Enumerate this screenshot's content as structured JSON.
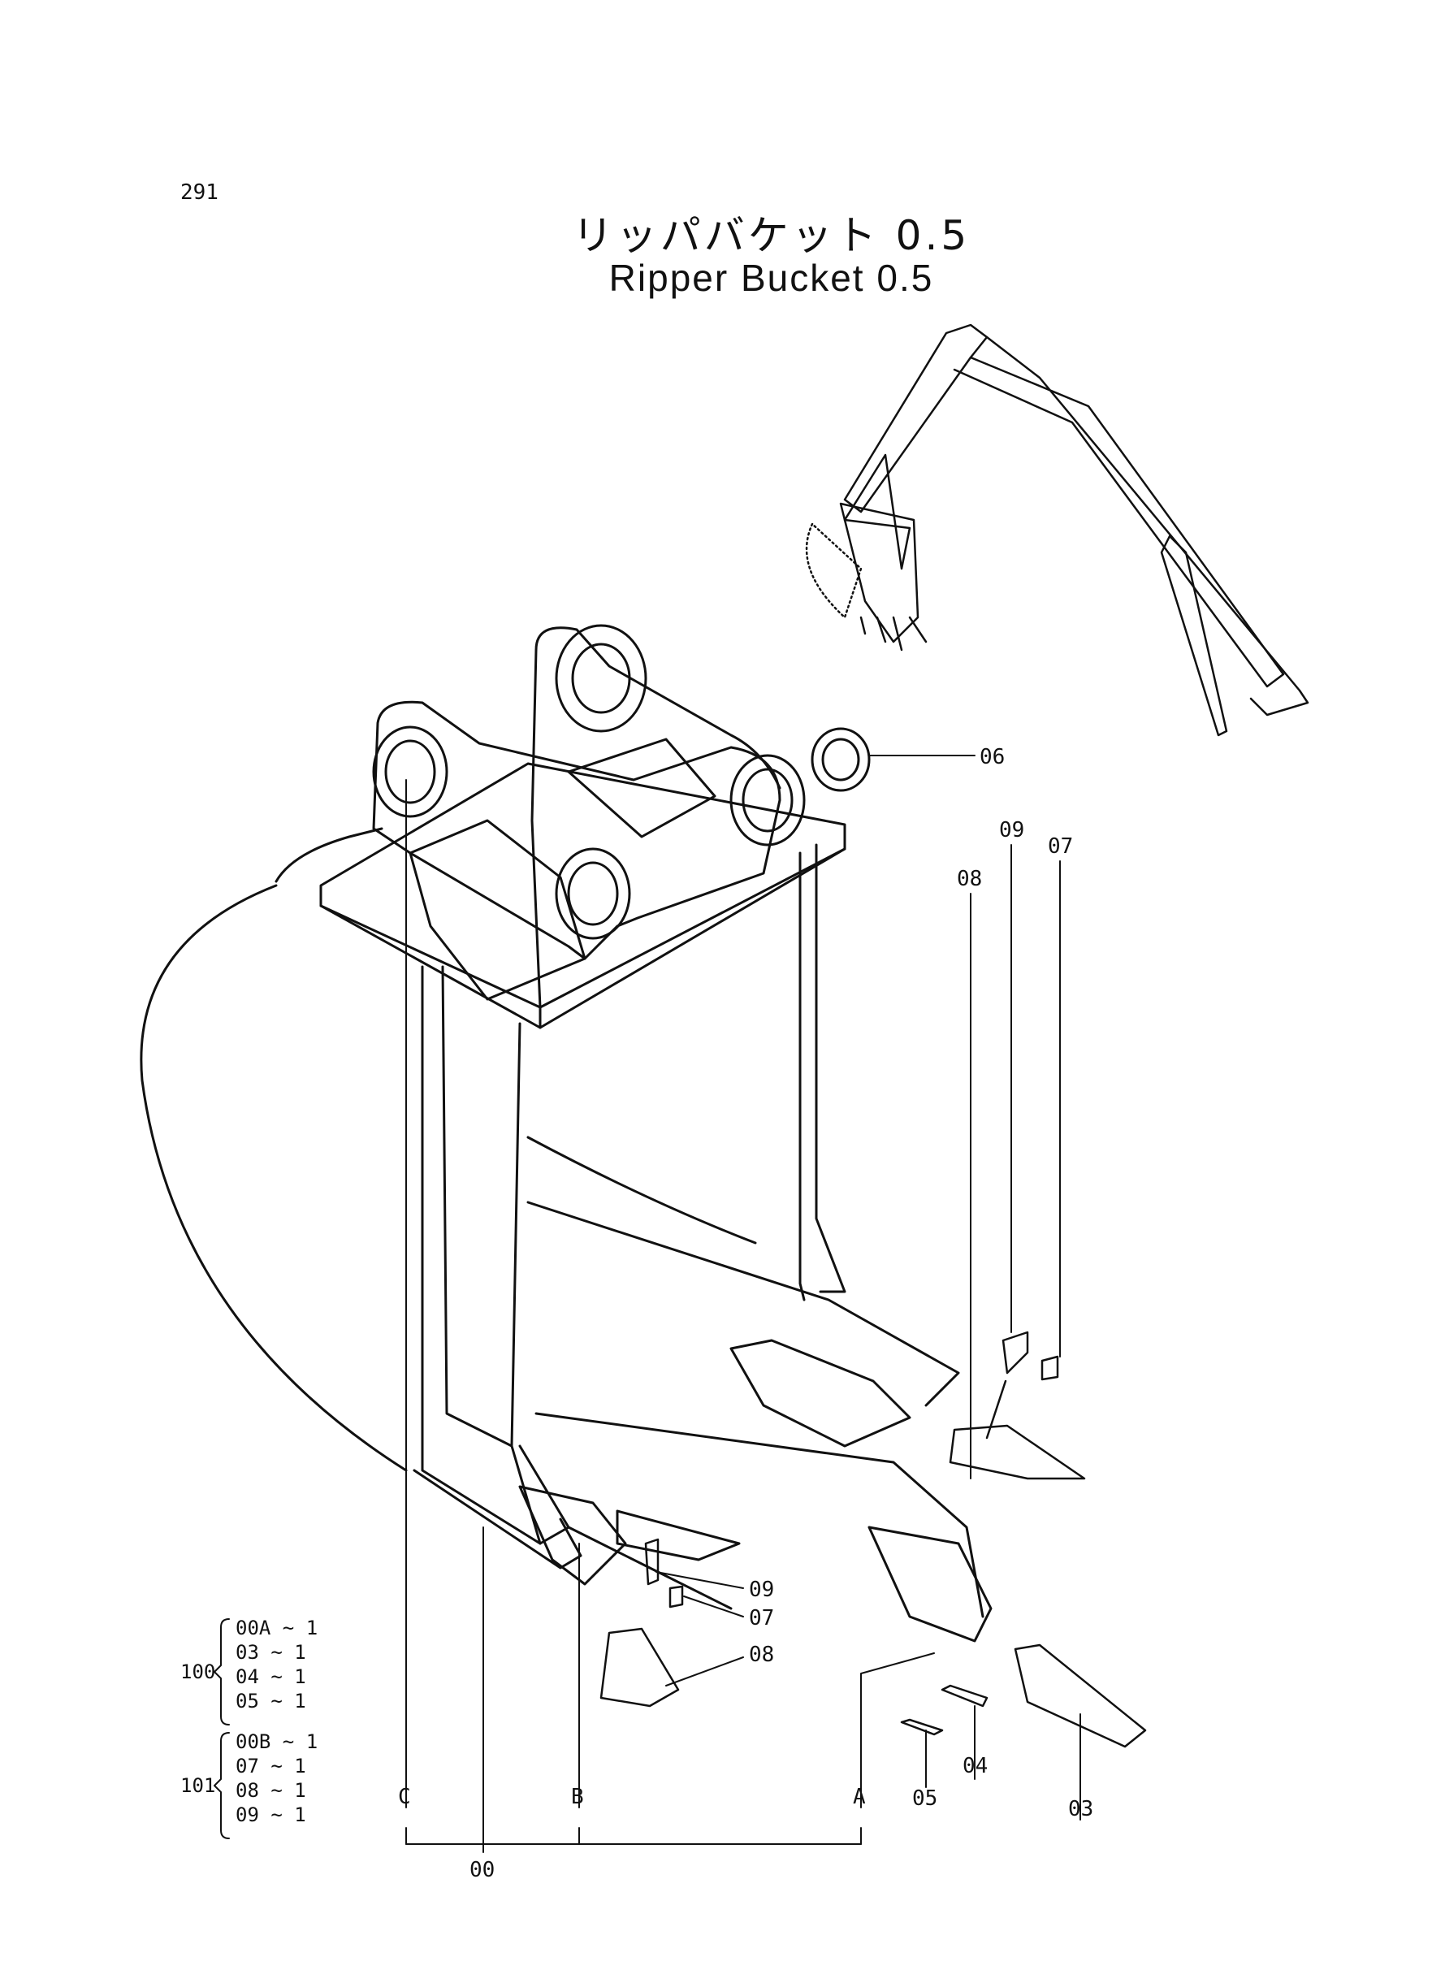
{
  "page_number": "291",
  "title_jp": "リッパバケット 0.5",
  "title_en": "Ripper Bucket 0.5",
  "callouts": {
    "c06": "06",
    "c08a": "08",
    "c09a": "09",
    "c07a": "07",
    "c09b": "09",
    "c07b": "07",
    "c08b": "08",
    "c05": "05",
    "c04": "04",
    "c03": "03",
    "cA": "A",
    "cB": "B",
    "cC": "C",
    "c00": "00"
  },
  "assemblies": [
    {
      "number": "100",
      "items": [
        "00A ~ 1",
        "03  ~ 1",
        "04  ~ 1",
        "05  ~ 1"
      ]
    },
    {
      "number": "101",
      "items": [
        "00B ~ 1",
        "07  ~ 1",
        "08  ~ 1",
        "09  ~ 1"
      ]
    }
  ]
}
